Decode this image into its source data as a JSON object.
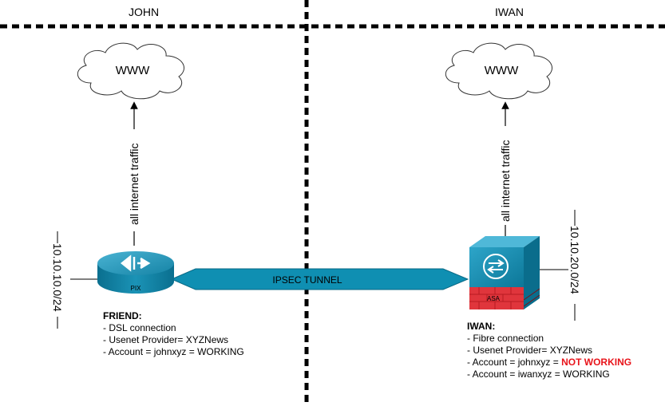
{
  "sites": {
    "left": {
      "name": "JOHN"
    },
    "right": {
      "name": "IWAN"
    }
  },
  "clouds": {
    "left_label": "WWW",
    "right_label": "WWW"
  },
  "traffic": {
    "left_label": "all internet traffic",
    "right_label": "all internet traffic"
  },
  "subnets": {
    "left": "10.10.10.0/24",
    "right": "10.10.20.0/24"
  },
  "devices": {
    "left_label": "PIX",
    "right_label": "ASA"
  },
  "tunnel": {
    "label": "IPSEC TUNNEL"
  },
  "notes": {
    "friend": {
      "title": "FRIEND:",
      "lines": [
        "- DSL connection",
        "- Usenet Provider= XYZNews",
        "- Account = johnxyz = WORKING"
      ]
    },
    "iwan": {
      "title": "IWAN:",
      "line1": "- Fibre connection",
      "line2": "- Usenet Provider= XYZNews",
      "line3_prefix": "- Account = johnxyz = ",
      "line3_status": "NOT WORKING",
      "line4": "- Account = iwanxyz = WORKING"
    }
  },
  "colors": {
    "device_teal": "#0f8fb2",
    "device_top": "#2a9ec0",
    "firewall_red": "#e0353c",
    "alert_red": "#e8141b",
    "cloud_stroke": "#333333"
  }
}
